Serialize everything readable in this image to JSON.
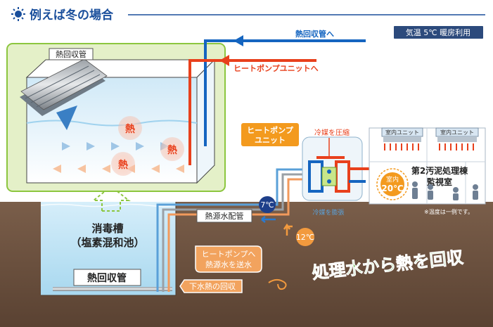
{
  "header": {
    "title": "例えば冬の場合",
    "condition_badge": "気温 5℃ 暖房利用"
  },
  "arrows": {
    "to_heat_recovery": "熱回収管へ",
    "to_heat_pump_unit": "ヒートポンプユニットへ"
  },
  "inset": {
    "pipe_label": "熱回収管",
    "heat_marks": [
      "熱",
      "熱",
      "熱"
    ]
  },
  "heat_pump": {
    "title_line1": "ヒートポンプ",
    "title_line2": "ユニット",
    "compress_label": "冷媒を圧縮",
    "expand_label": "冷媒を膨張"
  },
  "building": {
    "indoor_unit_left": "室内ユニット",
    "indoor_unit_right": "室内ユニット",
    "room_name_line1": "第2汚泥処理棟",
    "room_name_line2": "監視室",
    "indoor_temp_label": "室内",
    "indoor_temp_value": "20℃",
    "note": "※温度は一例です。"
  },
  "temps": {
    "cold": "7℃",
    "warm": "12℃"
  },
  "pipes": {
    "source_water_pipe": "熱源水配管"
  },
  "tank": {
    "name_line1": "消毒槽",
    "name_line2": "（塩素混和池）",
    "pipe_label": "熱回収管"
  },
  "callouts": {
    "send_line1": "ヒートポンプへ",
    "send_line2": "熱源水を送水",
    "recovery": "下水熱の回収"
  },
  "slogan": "処理水から熱を回収",
  "colors": {
    "title_blue": "#1a4f9c",
    "hot_red": "#e8401c",
    "cold_blue": "#1565c0",
    "badge_navy": "#2c4a7c",
    "slogan_green": "#3aa639",
    "inset_bg": "#e4f0c8",
    "inset_border": "#8cc63f",
    "ground": "#6b5140",
    "water": "#bfe3f4",
    "callout_orange": "#f2a35e",
    "hp_orange": "#f39a1e"
  }
}
